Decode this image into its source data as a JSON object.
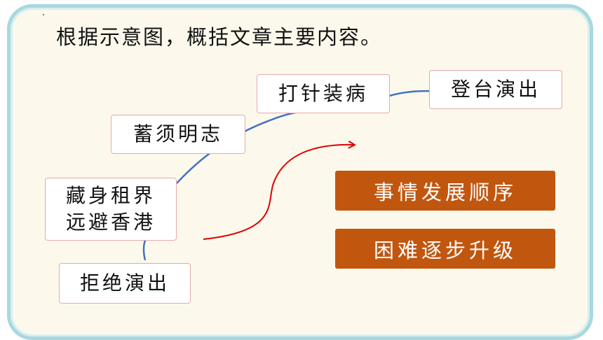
{
  "title": "根据示意图，概括文章主要内容。",
  "steps": [
    {
      "label": "拒绝演出"
    },
    {
      "label_line1": "藏身租界",
      "label_line2": "远避香港"
    },
    {
      "label": "蓄须明志"
    },
    {
      "label": "打针装病"
    },
    {
      "label": "登台演出"
    }
  ],
  "tags": {
    "order": "事情发展顺序",
    "difficulty": "困难逐步升级"
  },
  "colors": {
    "frame_border": "#a8d8df",
    "background": "#fcf9ec",
    "box_border": "#e9a8a8",
    "path_line": "#4472c4",
    "arrow": "#e00000",
    "tag_fill": "#c1560f"
  }
}
